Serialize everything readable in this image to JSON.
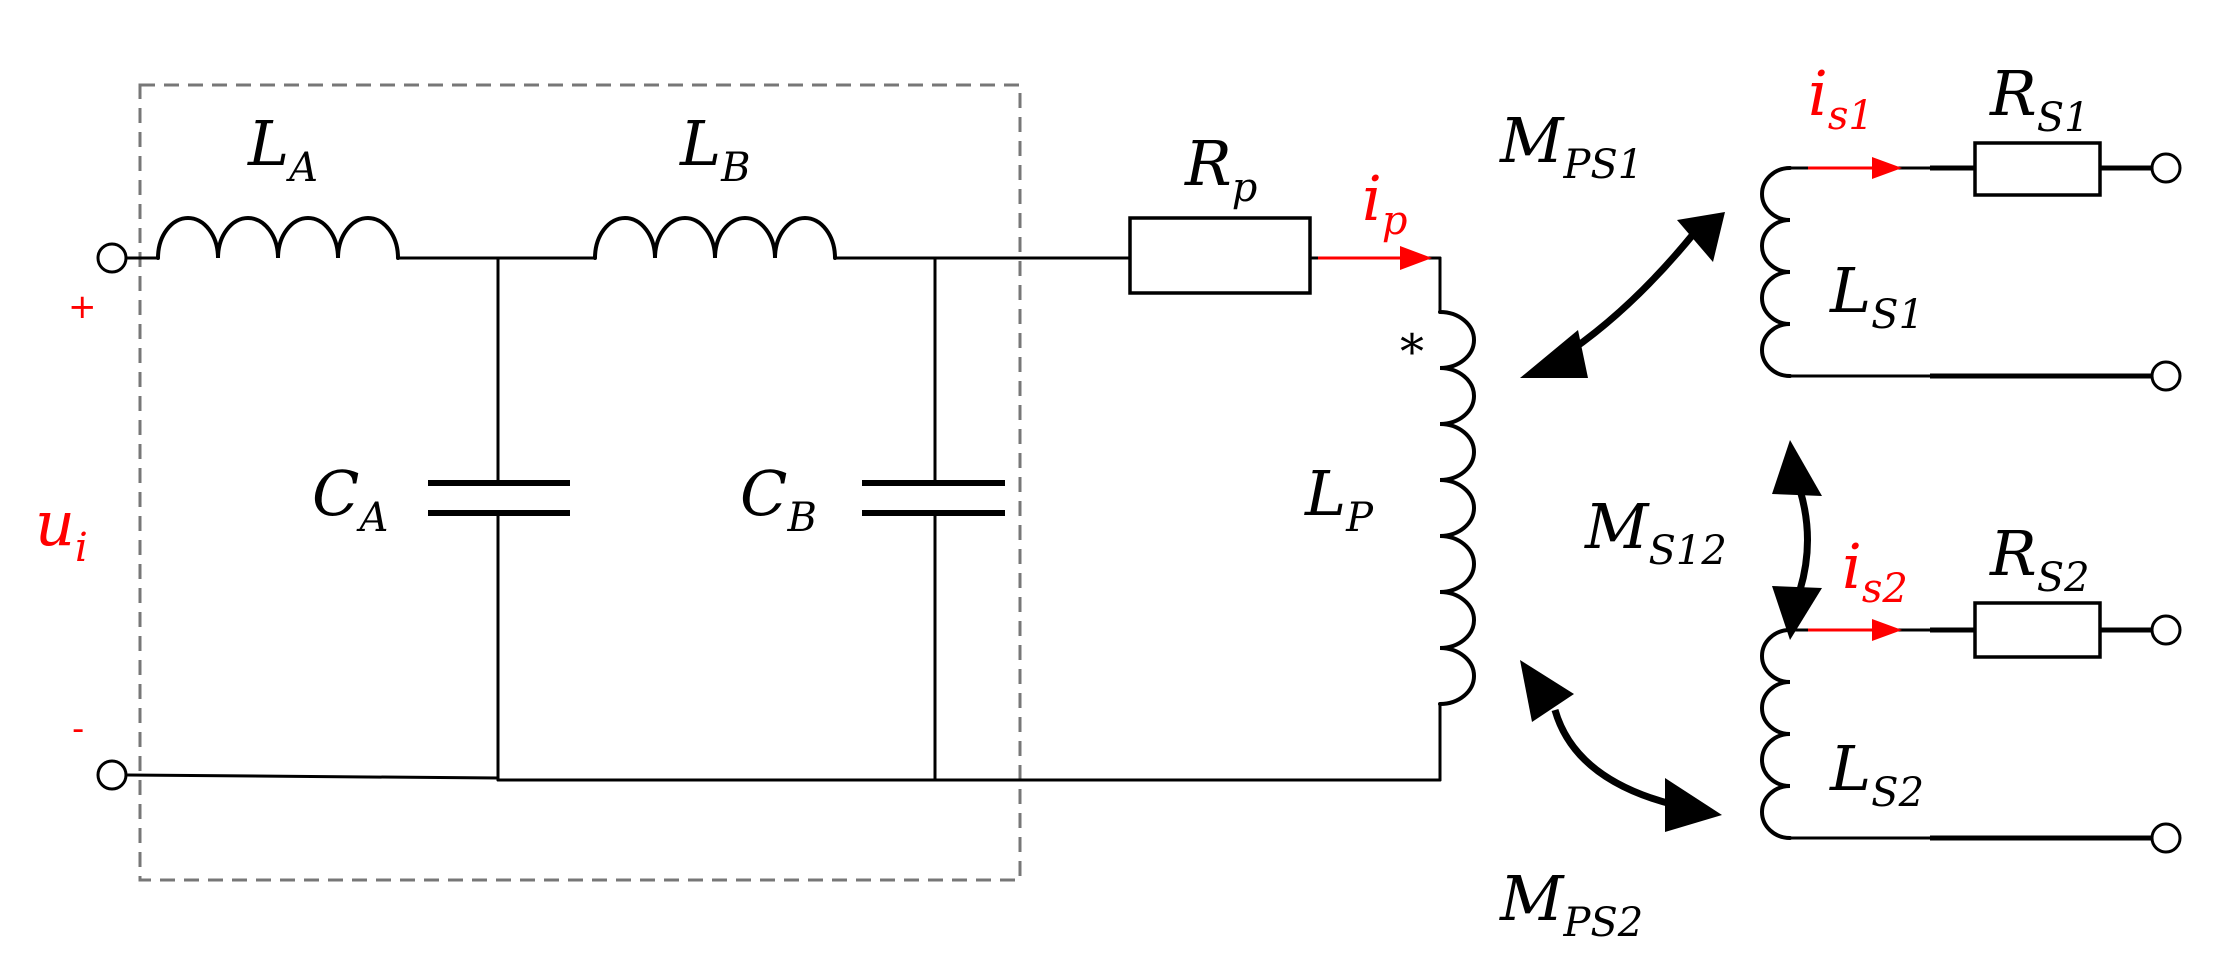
{
  "labels": {
    "LA": {
      "main": "L",
      "sub": "A"
    },
    "LB": {
      "main": "L",
      "sub": "B"
    },
    "CA": {
      "main": "C",
      "sub": "A"
    },
    "CB": {
      "main": "C",
      "sub": "B"
    },
    "Rp": {
      "main": "R",
      "sub": "p"
    },
    "ip": {
      "main": "i",
      "sub": "p"
    },
    "LP": {
      "main": "L",
      "sub": "P"
    },
    "ui": {
      "main": "u",
      "sub": "i"
    },
    "plus": "+",
    "minus": "-",
    "star": "*",
    "MPS1": {
      "main": "M",
      "sub": "PS1"
    },
    "MPS2": {
      "main": "M",
      "sub": "PS2"
    },
    "MS12": {
      "main": "M",
      "sub": "S12"
    },
    "is1": {
      "main": "i",
      "sub": "s1"
    },
    "is2": {
      "main": "i",
      "sub": "s2"
    },
    "RS1": {
      "main": "R",
      "sub": "S1"
    },
    "RS2": {
      "main": "R",
      "sub": "S2"
    },
    "LS1": {
      "main": "L",
      "sub": "S1"
    },
    "LS2": {
      "main": "L",
      "sub": "S2"
    }
  },
  "colors": {
    "wire": "#000000",
    "current": "#ff0000",
    "filter_box": "#777777"
  }
}
